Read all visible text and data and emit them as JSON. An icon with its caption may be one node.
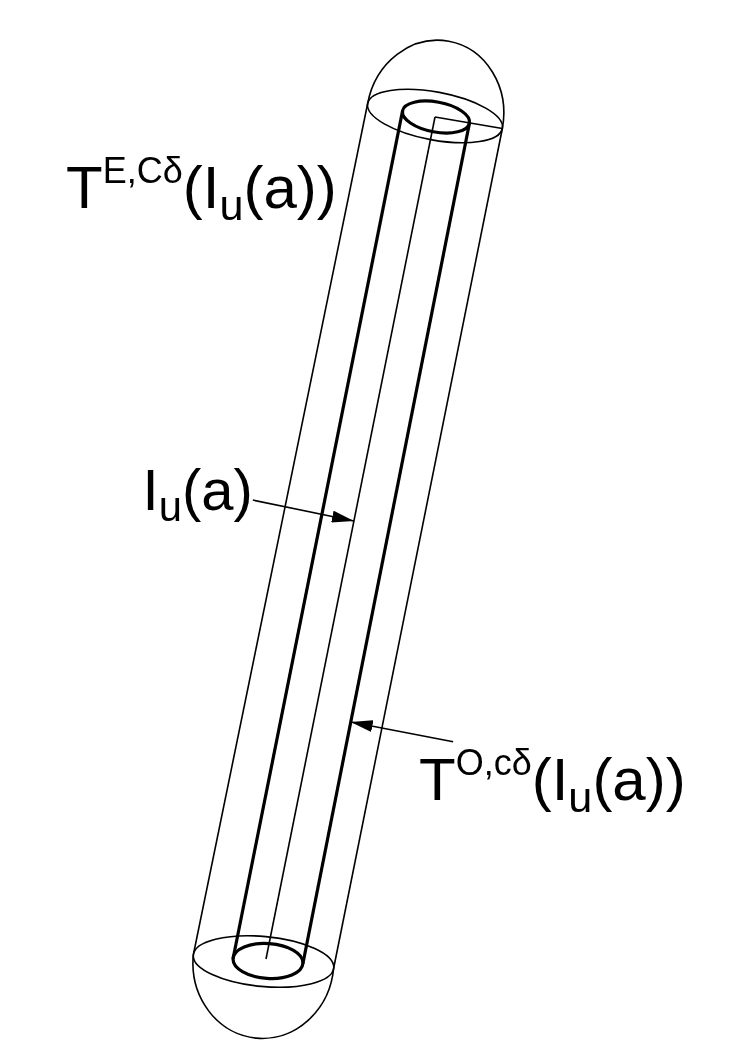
{
  "diagram": {
    "nodes": [
      {
        "text": [
          "I$_{u}$(a)"
        ]
      },
      {
        "text": [],
        "shape": "line",
        "in": 3
      },
      {
        "text": [
          "T$^{O,cδ}$(I$_{u}$(a))"
        ]
      },
      {
        "text": [],
        "shape": "cylinder"
      }
    ],
    "edges": [
      {
        "from": 0,
        "to": 1,
        "arrow": "to"
      },
      {
        "from": 2,
        "to": 3,
        "arrow": "to"
      }
    ],
    "labels": [
      "T$^{E,Cδ}$(I$_{u}$(a))"
    ]
  }
}
